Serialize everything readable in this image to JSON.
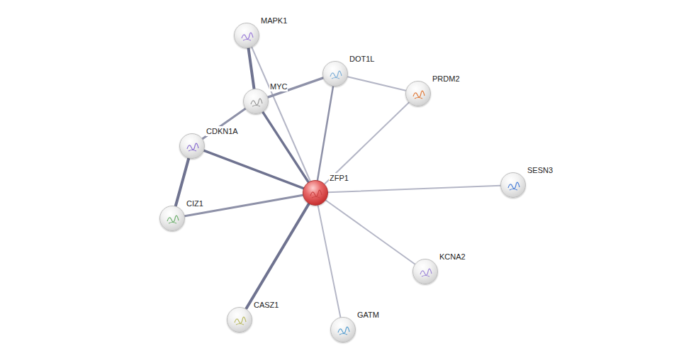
{
  "diagram": {
    "nodes": [
      {
        "text": [
          "MAPK1"
        ]
      },
      {
        "text": [
          "DOT1L"
        ]
      },
      {
        "text": [
          "PRDM2"
        ]
      },
      {
        "text": [
          "MYC"
        ]
      },
      {
        "text": [
          "CDKN1A"
        ]
      },
      {
        "text": [
          "ZFP1"
        ]
      },
      {
        "text": [
          "SESN3"
        ]
      },
      {
        "text": [
          "CIZ1"
        ]
      },
      {
        "text": [
          "KCNA2"
        ]
      },
      {
        "text": [
          "CASZ1"
        ]
      },
      {
        "text": [
          "GATM"
        ]
      }
    ],
    "edges": [
      {
        "from": 0,
        "to": 3,
        "arrow": "none"
      },
      {
        "from": 0,
        "to": 5,
        "arrow": "none"
      },
      {
        "from": 3,
        "to": 1,
        "arrow": "none"
      },
      {
        "from": 3,
        "to": 5,
        "arrow": "none"
      },
      {
        "from": 3,
        "to": 4,
        "arrow": "none"
      },
      {
        "from": 4,
        "to": 5,
        "arrow": "none"
      },
      {
        "from": 4,
        "to": 7,
        "arrow": "none"
      },
      {
        "from": 7,
        "to": 5,
        "arrow": "none"
      },
      {
        "from": 1,
        "to": 5,
        "arrow": "none"
      },
      {
        "from": 1,
        "to": 2,
        "arrow": "none"
      },
      {
        "from": 2,
        "to": 5,
        "arrow": "none"
      },
      {
        "from": 5,
        "to": 6,
        "arrow": "none"
      },
      {
        "from": 5,
        "to": 8,
        "arrow": "none"
      },
      {
        "from": 5,
        "to": 9,
        "arrow": "none"
      },
      {
        "from": 5,
        "to": 10,
        "arrow": "none"
      }
    ]
  }
}
